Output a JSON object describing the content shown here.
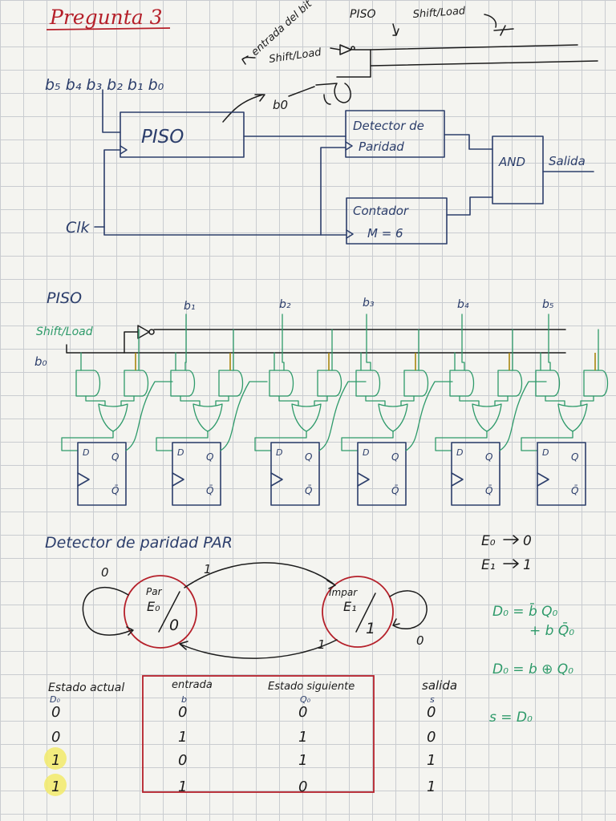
{
  "title": "Pregunta 3",
  "top_notes": {
    "bits": "b₅ b₄ b₃ b₂ b₁ b₀",
    "entrada_del_bit": "entrada del bit",
    "piso": "PISO",
    "shift_load_top": "Shift/Load",
    "shift_load_note": "Shift/Load",
    "b0": "b0"
  },
  "block_diagram": {
    "piso": "PISO",
    "detector_line1": "Detector de",
    "detector_line2": "Paridad",
    "and": "AND",
    "salida": "Salida",
    "contador_line1": "Contador",
    "contador_line2": "M = 6",
    "clk": "Clk"
  },
  "piso_circuit": {
    "title": "PISO",
    "shift_load": "Shift/Load",
    "b0": "b₀",
    "inputs": [
      "b₁",
      "b₂",
      "b₃",
      "b₄",
      "b₅"
    ],
    "ff_d": "D",
    "ff_q": "Q",
    "ff_qbar": "Q̄"
  },
  "fsm": {
    "title": "Detector de paridad PAR",
    "state_par_name": "Par",
    "state_par_id": "E₀",
    "state_par_out": "0",
    "state_impar_name": "Impar",
    "state_impar_id": "E₁",
    "state_impar_out": "1",
    "edge_par_self": "0",
    "edge_par_to_impar": "1",
    "edge_impar_to_par": "1",
    "edge_impar_self": "0",
    "encoding": [
      {
        "state": "E₀",
        "code": "0"
      },
      {
        "state": "E₁",
        "code": "1"
      }
    ]
  },
  "equations": {
    "eq1_line1": "D₀ = b̄ Q₀",
    "eq1_line2": "+ b Q̄₀",
    "eq2": "D₀ = b ⊕ Q₀",
    "eq3": "s = D₀"
  },
  "truth_table": {
    "headers": [
      "Estado actual",
      "entrada",
      "Estado siguiente",
      "salida"
    ],
    "subheaders": [
      "D₀",
      "b",
      "Q₀",
      "s"
    ],
    "rows": [
      [
        "0",
        "0",
        "0",
        "0"
      ],
      [
        "0",
        "1",
        "1",
        "0"
      ],
      [
        "1",
        "0",
        "1",
        "1"
      ],
      [
        "1",
        "1",
        "0",
        "1"
      ]
    ]
  },
  "colors": {
    "blue_ink": "#2c3e6b",
    "title_red": "#b5202a",
    "circuit_green": "#2e9a6a",
    "highlight_yellow": "#f2ea6a",
    "grid": "#c9ccd0"
  }
}
